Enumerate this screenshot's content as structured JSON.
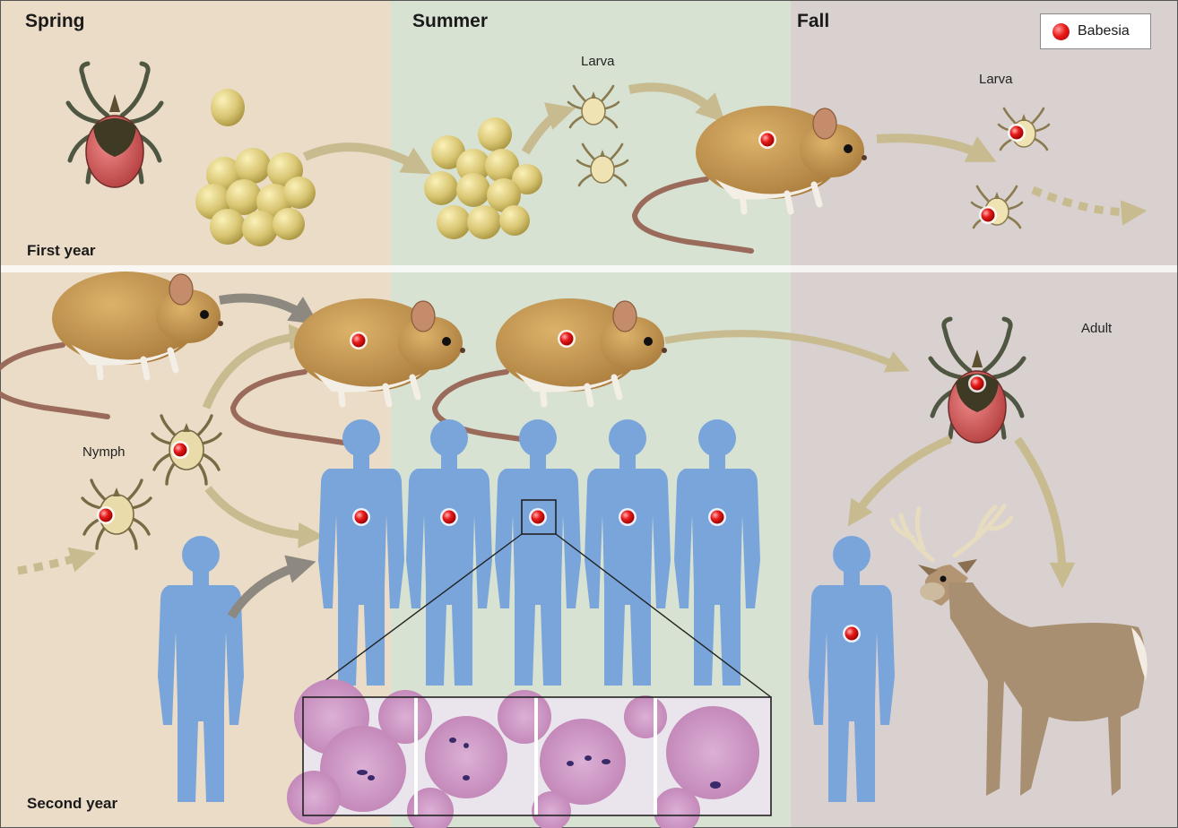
{
  "seasons": {
    "spring": "Spring",
    "summer": "Summer",
    "fall": "Fall"
  },
  "years": {
    "first": "First year",
    "second": "Second year"
  },
  "stages": {
    "larva": "Larva",
    "nymph": "Nymph",
    "adult": "Adult"
  },
  "legend": {
    "label": "Babesia",
    "marker_color": "#e01b1b"
  },
  "colors": {
    "spring_bg": "#eadcc6",
    "summer_bg": "#d7e2d2",
    "fall_bg": "#d9d1cf",
    "human": "#7aa5db",
    "parasite": "#e01b1b",
    "arrow": "#c9bb90",
    "tick_body": "#d46868",
    "egg": "#d9c673",
    "mouse": "#c79a52",
    "smear_cell": "#c98fbf"
  }
}
